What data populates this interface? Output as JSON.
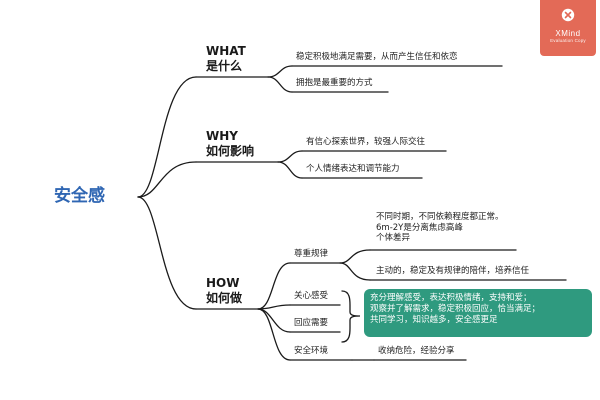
{
  "root": {
    "label": "安全感"
  },
  "branches": {
    "what": {
      "label_en": "WHAT",
      "label_zh": "是什么",
      "items": [
        "稳定积极地满足需要，从而产生信任和依恋",
        "拥抱是最重要的方式"
      ]
    },
    "why": {
      "label_en": "WHY",
      "label_zh": "如何影响",
      "items": [
        "有信心探索世界，较强人际交往",
        "个人情绪表达和调节能力"
      ]
    },
    "how": {
      "label_en": "HOW",
      "label_zh": "如何做",
      "respect": {
        "label": "尊重规律",
        "notes": [
          "不同时期，不同依赖程度都正常。",
          "6m-2Y是分离焦虑高峰",
          "个体差异"
        ],
        "item2": "主动的，稳定及有规律的陪伴，培养信任"
      },
      "care": {
        "label": "关心感受"
      },
      "respond": {
        "label": "回应需要"
      },
      "highlight": [
        "充分理解感受，表达积极情绪，支持和爱；",
        "观察并了解需求，稳定积极回应，恰当满足；",
        "共同学习，知识越多，安全感更足"
      ],
      "safety": {
        "label": "安全环境",
        "item": "收纳危险，经验分享"
      }
    }
  },
  "badge": {
    "brand": "XMind",
    "subtitle": "Evaluation Copy",
    "icon": "xmind-logo-icon"
  },
  "colors": {
    "line": "#1a1a1a",
    "root": "#2f66b3",
    "highlight": "#2f9a7f",
    "badge": "#e36a57"
  }
}
